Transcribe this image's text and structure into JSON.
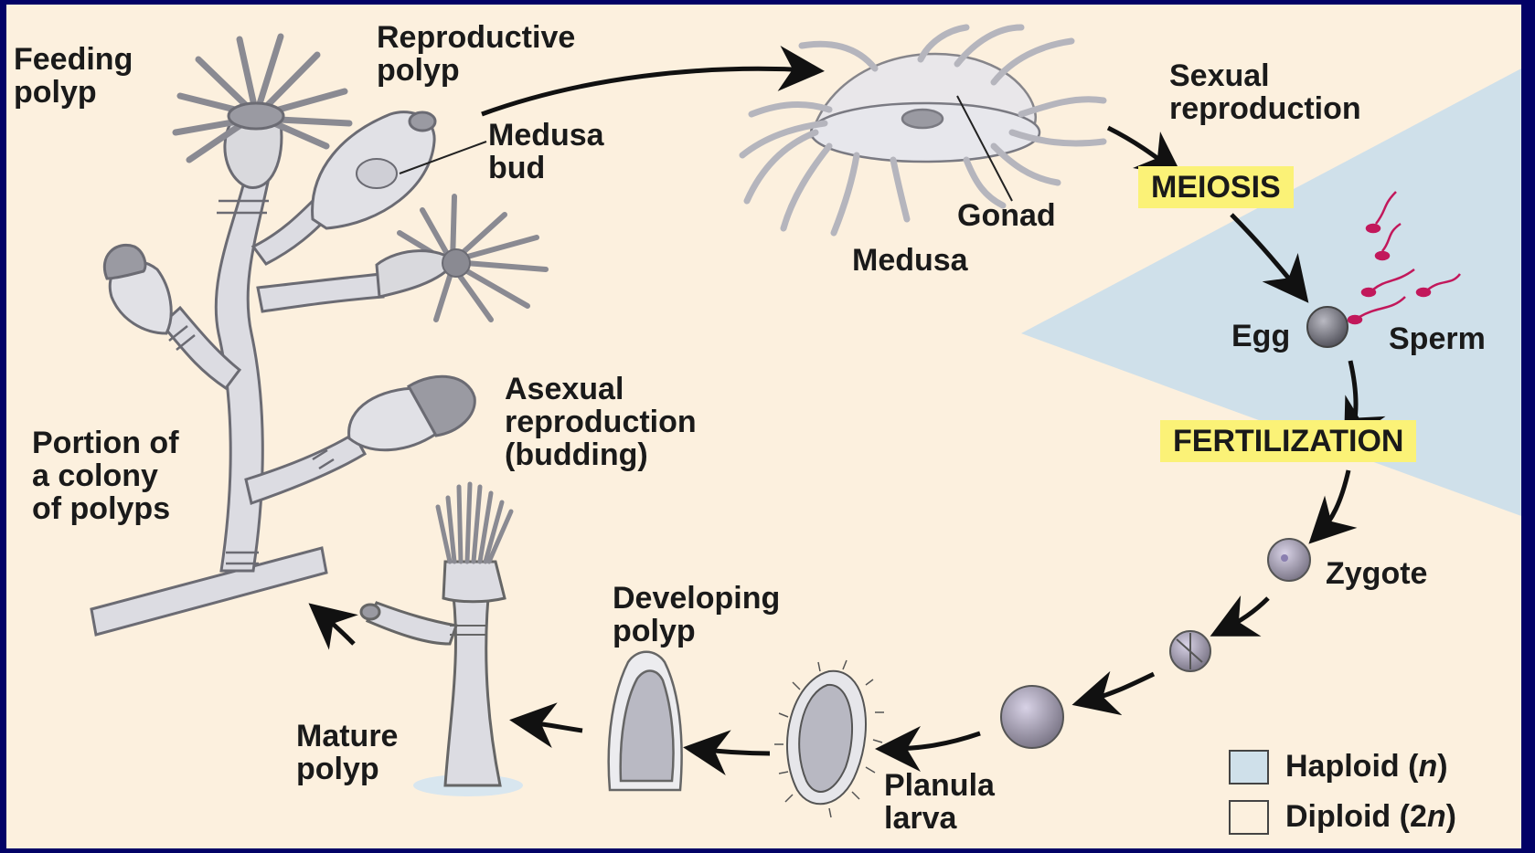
{
  "labels": {
    "feeding_polyp": [
      "Feeding",
      "polyp"
    ],
    "reproductive_polyp": [
      "Reproductive",
      "polyp"
    ],
    "medusa_bud": [
      "Medusa",
      "bud"
    ],
    "gonad": "Gonad",
    "medusa": "Medusa",
    "sexual_reproduction": [
      "Sexual",
      "reproduction"
    ],
    "meiosis": "MEIOSIS",
    "egg": "Egg",
    "sperm": "Sperm",
    "fertilization": "FERTILIZATION",
    "zygote": "Zygote",
    "asexual_reproduction": [
      "Asexual",
      "reproduction",
      "(budding)"
    ],
    "colony_portion": [
      "Portion of",
      "a colony",
      "of polyps"
    ],
    "developing_polyp": [
      "Developing",
      "polyp"
    ],
    "mature_polyp": [
      "Mature",
      "polyp"
    ],
    "planula_larva": [
      "Planula",
      "larva"
    ]
  },
  "legend": {
    "haploid": {
      "label": "Haploid (",
      "symbol": "n",
      "close": ")",
      "color": "#cfe0ea"
    },
    "diploid": {
      "label": "Diploid (2",
      "symbol": "n",
      "close": ")",
      "color": "#fcf0de"
    }
  },
  "colors": {
    "background": "#020266",
    "panel": "#fcf0de",
    "haploid_region": "#cfe0ea",
    "highlight_box": "#fbf277",
    "organism_fill": "#d9d9dd",
    "organism_stroke": "#6b6b73",
    "arrow": "#111111",
    "sperm": "#c2185b"
  }
}
